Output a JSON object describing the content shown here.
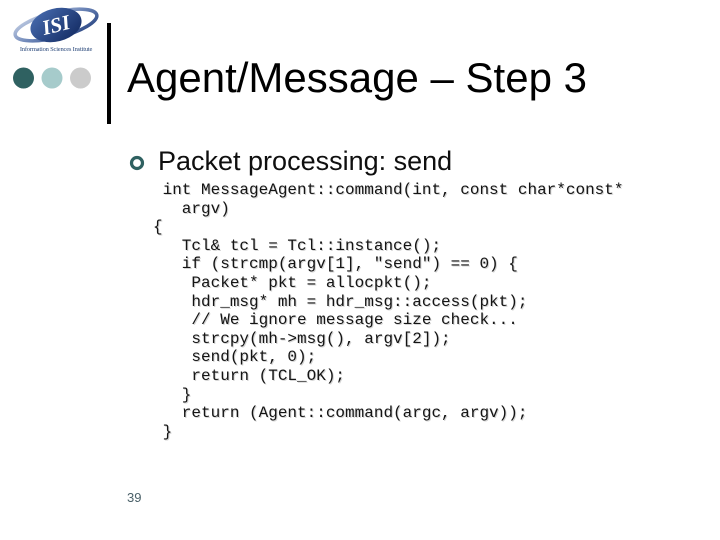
{
  "slide": {
    "title": "Agent/Message – Step 3",
    "bullet_text": "Packet processing: send",
    "page_number": "39",
    "code_lines": [
      " int MessageAgent::command(int, const char*const*",
      "   argv)",
      "{",
      "   Tcl& tcl = Tcl::instance();",
      "   if (strcmp(argv[1], \"send\") == 0) {",
      "    Packet* pkt = allocpkt();",
      "    hdr_msg* mh = hdr_msg::access(pkt);",
      "    // We ignore message size check...",
      "    strcpy(mh->msg(), argv[2]);",
      "    send(pkt, 0);",
      "    return (TCL_OK);",
      "   }",
      "   return (Agent::command(argc, argv));",
      " }"
    ]
  },
  "logo": {
    "acronym": "ISI",
    "name": "Information Sciences Institute"
  },
  "colors": {
    "accent_teal_dark": "#2f6161",
    "accent_teal_light": "#a6cbcb",
    "accent_gray": "#cbcbcb",
    "logo_navy_dark": "#10275e",
    "logo_navy_light": "#4a6fb3",
    "page_number_color": "#4a6068"
  }
}
